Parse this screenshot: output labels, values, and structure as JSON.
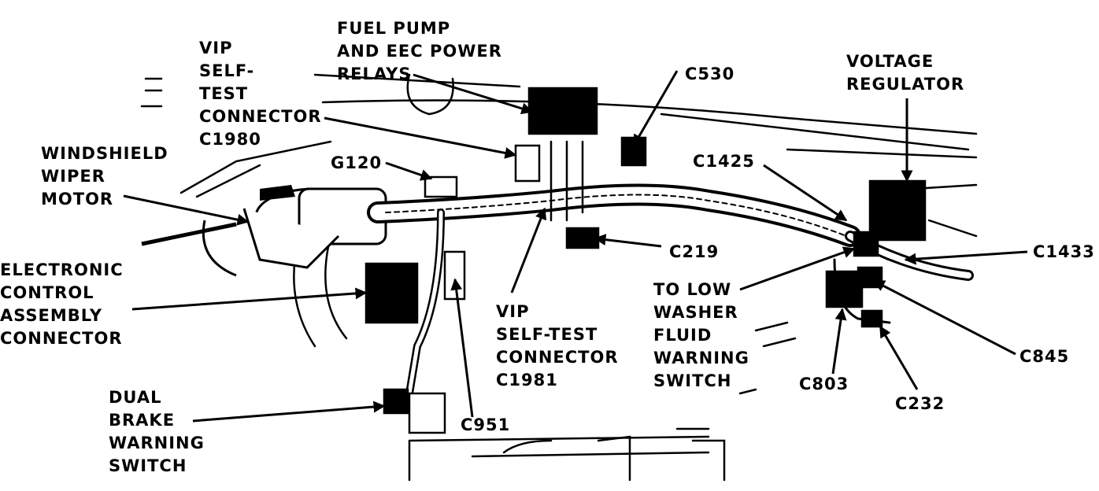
{
  "diagram": {
    "labels": {
      "fuel_pump_relays": [
        "FUEL PUMP",
        "AND EEC POWER",
        "RELAYS"
      ],
      "vip_connector_c1980": [
        "VIP",
        "SELF-",
        "TEST",
        "CONNECTOR",
        "C1980"
      ],
      "windshield_wiper_motor": [
        "WINDSHIELD",
        "WIPER",
        "MOTOR"
      ],
      "g120": [
        "G120"
      ],
      "electronic_control_assembly": [
        "ELECTRONIC",
        "CONTROL",
        "ASSEMBLY",
        "CONNECTOR"
      ],
      "dual_brake_switch": [
        "DUAL",
        "BRAKE",
        "WARNING",
        "SWITCH"
      ],
      "c951": [
        "C951"
      ],
      "vip_connector_c1981": [
        "VIP",
        "SELF-TEST",
        "CONNECTOR",
        "C1981"
      ],
      "c530": [
        "C530"
      ],
      "c219": [
        "C219"
      ],
      "c1425": [
        "C1425"
      ],
      "voltage_regulator": [
        "VOLTAGE",
        "REGULATOR"
      ],
      "c1433": [
        "C1433"
      ],
      "low_washer_switch": [
        "TO LOW",
        "WASHER",
        "FLUID",
        "WARNING",
        "SWITCH"
      ],
      "c845": [
        "C845"
      ],
      "c803": [
        "C803"
      ],
      "c232": [
        "C232"
      ]
    }
  }
}
